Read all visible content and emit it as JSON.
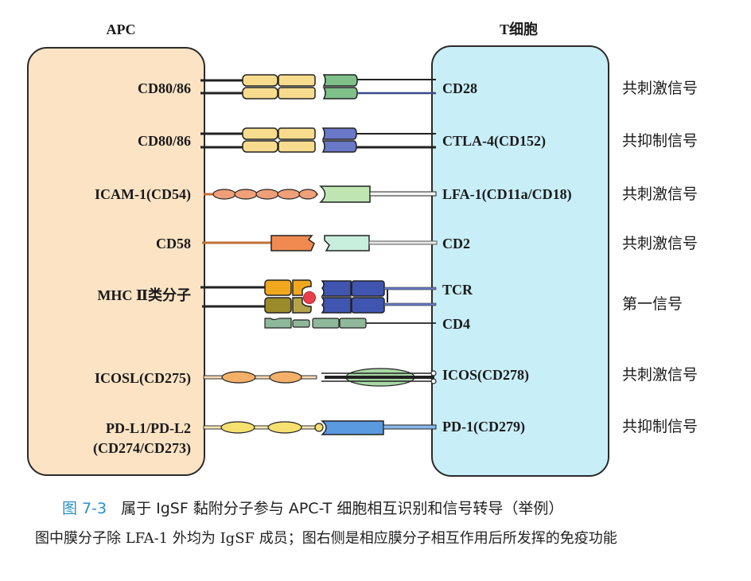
{
  "diagram": {
    "apc_title": "APC",
    "tcell_title": "T细胞",
    "rows": [
      {
        "apc_label": "CD80/86",
        "t_label": "CD28",
        "function": "共刺激信号"
      },
      {
        "apc_label": "CD80/86",
        "t_label": "CTLA-4(CD152)",
        "function": "共抑制信号"
      },
      {
        "apc_label": "ICAM-1(CD54)",
        "t_label": "LFA-1(CD11a/CD18)",
        "function": "共刺激信号"
      },
      {
        "apc_label": "CD58",
        "t_label": "CD2",
        "function": "共刺激信号"
      },
      {
        "apc_label": "MHC Ⅱ类分子",
        "t_label": "TCR",
        "t_label2": "CD4",
        "function": "第一信号"
      },
      {
        "apc_label": "ICOSL(CD275)",
        "t_label": "ICOS(CD278)",
        "function": "共刺激信号"
      },
      {
        "apc_label": "PD-L1/PD-L2",
        "apc_label2": "(CD274/CD273)",
        "t_label": "PD-1(CD279)",
        "function": "共抑制信号"
      }
    ],
    "colors": {
      "apc_fill": "#fbe3c4",
      "tcell_fill": "#c8eef8",
      "cd80": "#f7dc8e",
      "cd28": "#7fc08a",
      "ctla4": "#6a78c8",
      "icam": "#f0a078",
      "lfa1": "#bfe6b2",
      "cd58": "#f08a50",
      "cd2": "#c8eedd",
      "mhc_top": "#f2a81e",
      "mhc_bottom": "#9a8a2a",
      "peptide": "#e8404a",
      "tcr": "#3f55b0",
      "cd4": "#8fb89a",
      "icosl": "#f2b068",
      "icos": "#a9d8a6",
      "pdl": "#f6e070",
      "pd1": "#5a9ae0",
      "caption_accent": "#2a8fc9"
    }
  },
  "caption": {
    "figure_number": "图 7-3",
    "title": "属于 IgSF 黏附分子参与 APC-T 细胞相互识别和信号转导（举例）",
    "note": "图中膜分子除 LFA-1 外均为 IgSF 成员；图右侧是相应膜分子相互作用后所发挥的免疫功能"
  }
}
